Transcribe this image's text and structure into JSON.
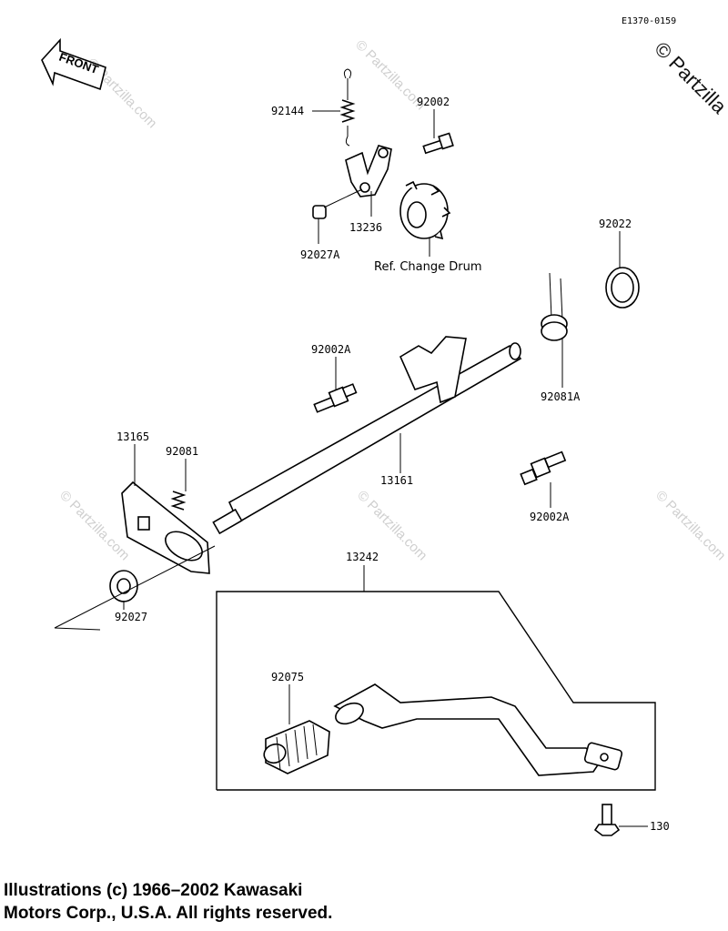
{
  "diagram_id": "E1370-0159",
  "front_label": "FRONT",
  "watermarks": {
    "small": "© Partzilla.com",
    "large": "© Partzilla"
  },
  "parts": {
    "p92144": "92144",
    "p92002_top": "92002",
    "p13236": "13236",
    "p92027A": "92027A",
    "ref_change_drum": "Ref. Change Drum",
    "p92022": "92022",
    "p92002A_left": "92002A",
    "p92081A": "92081A",
    "p13165": "13165",
    "p92081": "92081",
    "p13161": "13161",
    "p92002A_right": "92002A",
    "p92027": "92027",
    "p13242": "13242",
    "p92075": "92075",
    "p130": "130"
  },
  "copyright": {
    "line1": "Illustrations (c) 1966–2002 Kawasaki",
    "line2": "Motors Corp., U.S.A.  All rights reserved."
  }
}
